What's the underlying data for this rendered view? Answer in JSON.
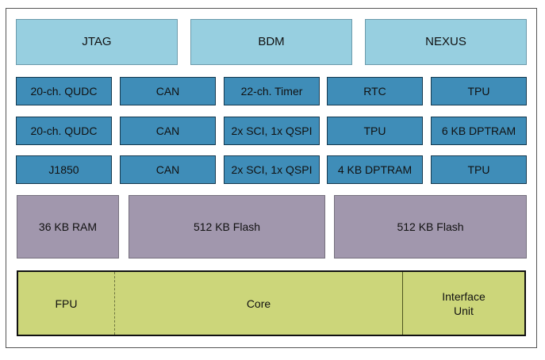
{
  "debug_row": [
    "JTAG",
    "BDM",
    "NEXUS"
  ],
  "periph_rows": [
    [
      "20-ch. QUDC",
      "CAN",
      "22-ch. Timer",
      "RTC",
      "TPU"
    ],
    [
      "20-ch. QUDC",
      "CAN",
      "2x SCI, 1x QSPI",
      "TPU",
      "6 KB DPTRAM"
    ],
    [
      "J1850",
      "CAN",
      "2x SCI, 1x QSPI",
      "4 KB DPTRAM",
      "TPU"
    ]
  ],
  "memory_row": [
    "36 KB RAM",
    "512 KB Flash",
    "512 KB Flash"
  ],
  "core_row": {
    "fpu": "FPU",
    "core": "Core",
    "interface_unit": "Interface\nUnit"
  },
  "colors": {
    "debug": "#97cfe0",
    "peripheral": "#3f8db8",
    "memory": "#a197ad",
    "core": "#ccd67a"
  }
}
